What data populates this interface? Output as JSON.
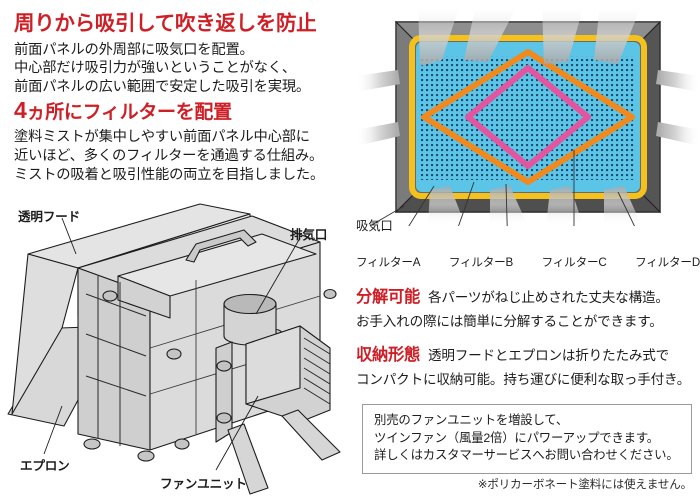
{
  "features_left": [
    {
      "heading": "周りから吸引して吹き返しを防止",
      "lines": [
        "前面パネルの外周部に吸気口を配置。",
        "中心部だけ吸引力が強いということがなく、",
        "前面パネルの広い範囲で安定した吸引を実現。"
      ]
    },
    {
      "heading_num": "4",
      "heading_rest": "ヵ所にフィルターを配置",
      "lines": [
        "塗料ミストが集中しやすい前面パネル中心部に",
        "近いほど、多くのフィルターを通過する仕組み。",
        "ミストの吸着と吸引性能の両立を目指しました。"
      ]
    }
  ],
  "panel_diagram": {
    "intake_label": "吸気口",
    "filter_labels": [
      "フィルターA",
      "フィルターB",
      "フィルターC",
      "フィルターD"
    ],
    "colors": {
      "frame_dark": "#5d5d5d",
      "frame_light": "#8d8d8d",
      "gold": "#f5c21b",
      "panel_cyan": "#5cc4e6",
      "filter_orange": "#f08a1e",
      "filter_pink": "#e3559e",
      "dot_navy": "#123a5e",
      "arrow_gray": "#c9c9c9"
    }
  },
  "features_right": [
    {
      "heading": "分解可能",
      "line1": "各パーツがねじ止めされた丈夫な構造。",
      "line2": "お手入れの際には簡単に分解することができます。"
    },
    {
      "heading": "収納形態",
      "line1": "透明フードとエプロンは折りたたみ式で",
      "line2": "コンパクトに収納可能。持ち運びに便利な取っ手付き。"
    }
  ],
  "note_box": {
    "lines": [
      "別売のファンユニットを増設して、",
      "ツインファン（風量2倍）にパワーアップできます。",
      "詳しくはカスタマーサービスへお問い合わせください。"
    ]
  },
  "footnote": "※ポリカーボネート塗料には使えません。",
  "machine_labels": {
    "hood": "透明フード",
    "exhaust": "排気口",
    "apron": "エプロン",
    "fan_unit": "ファンユニット"
  }
}
